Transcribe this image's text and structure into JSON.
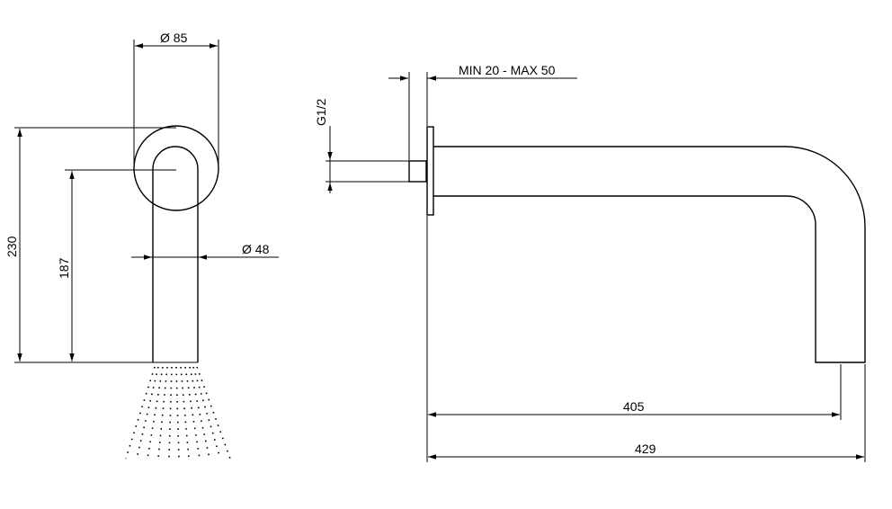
{
  "front_view": {
    "dim_flange_diameter": "Ø 85",
    "dim_pipe_diameter": "Ø 48",
    "dim_total_height": "230",
    "dim_outlet_height": "187"
  },
  "side_view": {
    "dim_wall_adjust": "MIN 20 - MAX 50",
    "dim_thread": "G1/2",
    "dim_reach_outlet": "405",
    "dim_reach_total": "429"
  }
}
